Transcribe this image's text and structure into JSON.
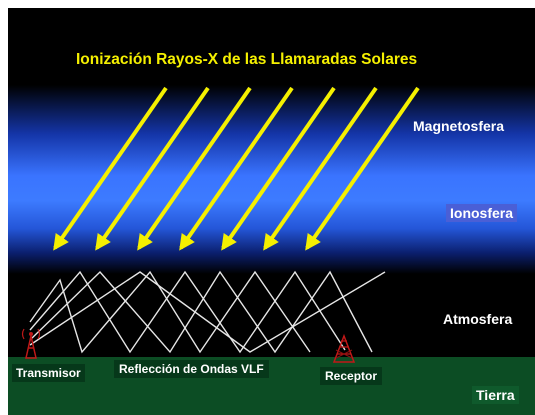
{
  "title": "Ionización Rayos-X de las Llamaradas Solares",
  "layers": {
    "magnetosphere": "Magnetosfera",
    "ionosphere": "Ionosfera",
    "atmosphere": "Atmosfera",
    "earth": "Tierra"
  },
  "labels": {
    "transmitter": "Transmisor",
    "reflection": "Reflección de Ondas VLF",
    "receiver": "Receptor"
  },
  "colors": {
    "sky": "#000000",
    "ionosphere_band": "#2f6cff",
    "ground": "#0c4d24",
    "ray": "#f5f000",
    "wave": "#e8e8e8",
    "antenna": "#c01818"
  },
  "icons": {
    "transmitter": "transmitter-tower-icon",
    "receiver": "receiver-tower-icon"
  },
  "ray_count": 7
}
